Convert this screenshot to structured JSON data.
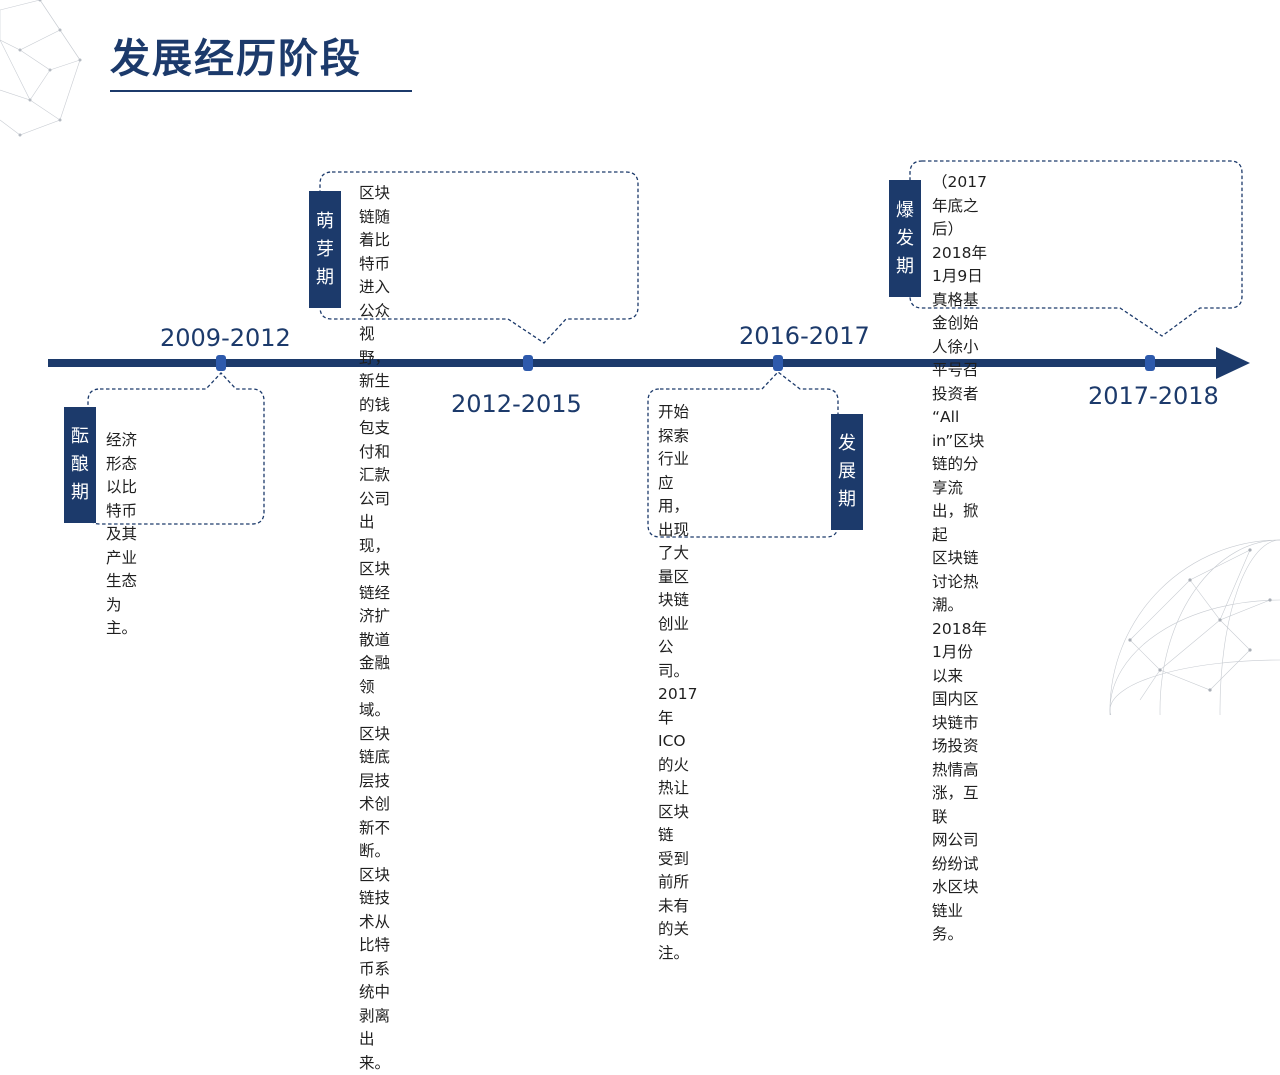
{
  "title": "发展经历阶段",
  "colors": {
    "primary": "#1c3a6b",
    "dot": "#2e5aac"
  },
  "stages": [
    {
      "tag": [
        "酝",
        "酿",
        "期"
      ],
      "period": "2009-2012",
      "text": "经济形态以比特币\n及其产业生态为\n主。"
    },
    {
      "tag": [
        "萌",
        "芽",
        "期"
      ],
      "period": "2012-2015",
      "text": "区块链随着比特币进入公众视\n野，新生的钱包支付和汇款公司\n出现，区块链经济扩散道金融领\n域。区块链底层技术创新不断。\n区块链技术从比特币系统中剥离\n出来。"
    },
    {
      "tag": [
        "发",
        "展",
        "期"
      ],
      "period": "2016-2017",
      "text": "开始探索行业应用，\n出现了大量区块链\n创业公司。2017年\nICO的火热让区块链\n受到前所未有的关\n注。"
    },
    {
      "tag": [
        "爆",
        "发",
        "期"
      ],
      "period": "2017-2018",
      "text": "（2017年底之后）2018年1月9日\n真格基金创始人徐小平号召投资者\n“All in”区块链的分享流出，掀起\n区块链讨论热潮。2018年1月份以来\n国内区块链市场投资热情高涨，互联\n网公司纷纷试水区块链业务。"
    }
  ]
}
